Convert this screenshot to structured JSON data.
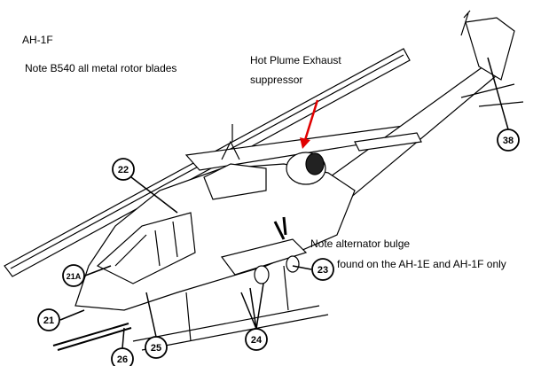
{
  "notes": {
    "model": "AH-1F",
    "blades": "Note B540 all metal rotor blades",
    "exhaust_line1": "Hot Plume Exhaust",
    "exhaust_line2": "suppressor",
    "bulge_line1": "Note alternator bulge",
    "bulge_line2": "found on the AH-1E and AH-1F only"
  },
  "callouts": [
    "22",
    "21A",
    "21",
    "26",
    "25",
    "24",
    "23",
    "38"
  ],
  "colors": {
    "arrow": "#e00000",
    "ink": "#000000"
  }
}
